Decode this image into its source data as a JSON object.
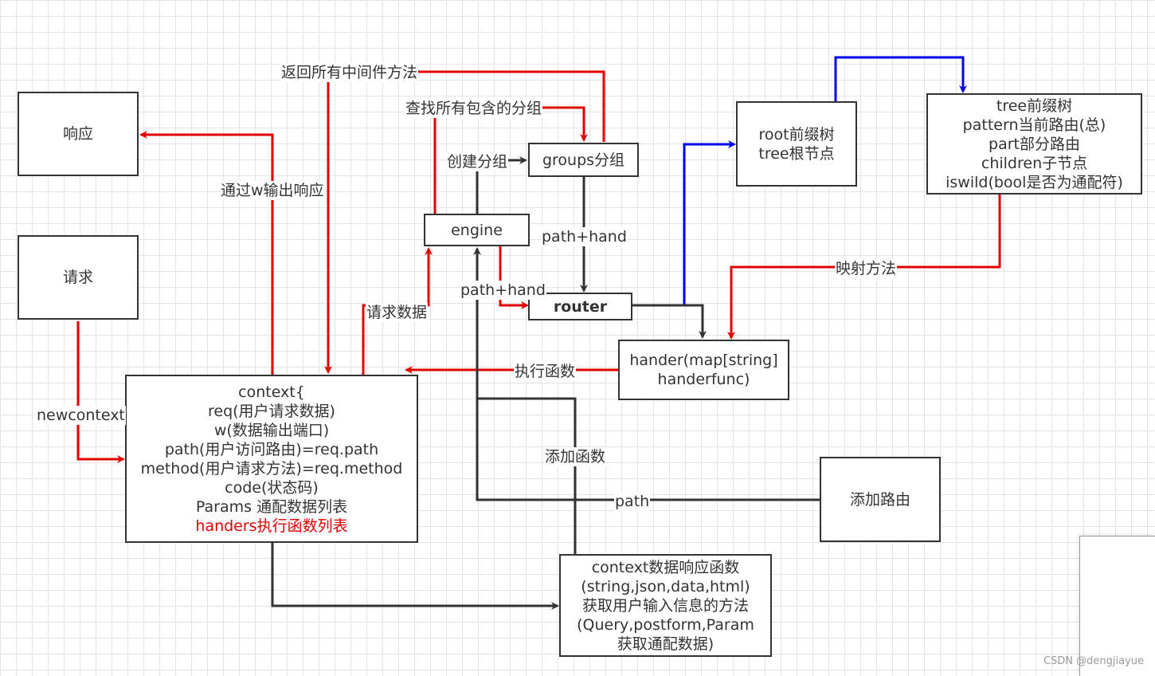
{
  "boxes": {
    "response": "响应",
    "request": "请求",
    "engine": "engine",
    "groups": "groups分组",
    "router": "router",
    "root": [
      "root前缀树",
      "tree根节点"
    ],
    "tree": [
      "tree前缀树",
      "pattern当前路由(总)",
      "part部分路由",
      "children子节点",
      "iswild(bool是否为通配符)"
    ],
    "hander": [
      "hander(map[string]",
      "handerfunc)"
    ],
    "context": [
      "context{",
      "req(用户请求数据)",
      "w(数据输出端口)",
      "path(用户访问路由)=req.path",
      "method(用户请求方法)=req.method",
      "code(状态码)",
      "Params 通配数据列表"
    ],
    "context_red": "handers执行函数列表",
    "add_route": "添加路由",
    "context_funcs": [
      "context数据响应函数",
      "(string,json,data,html)",
      "获取用户输入信息的方法",
      "(Query,postform,Param",
      "获取通配数据)"
    ]
  },
  "labels": {
    "return_mw": "返回所有中间件方法",
    "find_groups": "查找所有包含的分组",
    "create_group": "创建分组",
    "via_w": "通过w输出响应",
    "path_hand_1": "path+hand",
    "path_hand_2": "path+hand",
    "req_data": "请求数据",
    "newcontext": "newcontext",
    "exec_func": "执行函数",
    "mapping": "映射方法",
    "add_func": "添加函数",
    "path": "path"
  },
  "colors": {
    "red": "#e00000",
    "blue": "#0000e8",
    "dark": "#333333"
  },
  "watermark": "CSDN @dengjiayue"
}
